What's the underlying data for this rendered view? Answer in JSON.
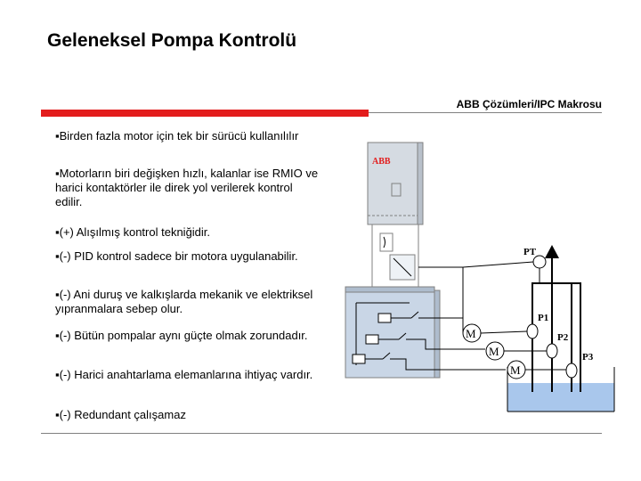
{
  "title": "Geleneksel Pompa Kontrolü",
  "macro_label": "ABB Çözümleri/IPC Makrosu",
  "bullets": [
    "▪Birden fazla motor için tek bir sürücü kullanılılır",
    "▪Motorların biri değişken hızlı, kalanlar ise RMIO ve harici kontaktörler ile direk yol verilerek kontrol edilir.",
    "▪(+) Alışılmış kontrol tekniğidir.",
    "▪(-) PID kontrol sadece bir motora uygulanabilir.",
    "▪(-) Ani duruş ve kalkışlarda mekanik ve elektriksel yıpranmalara sebep olur.",
    "▪(-) Bütün pompalar aynı güçte olmak zorundadır.",
    "▪(-) Harici anahtarlama elemanlarına ihtiyaç vardır.",
    "▪(-) Redundant çalışamaz"
  ],
  "diagram": {
    "drive_logo": "ABB",
    "pt_label": "PT",
    "motor_label": "M",
    "pump_labels": [
      "P1",
      "P2",
      "P3"
    ]
  },
  "colors": {
    "accent": "#e31c1c",
    "panel": "#c9d6e6",
    "water": "#a9c7ec"
  }
}
